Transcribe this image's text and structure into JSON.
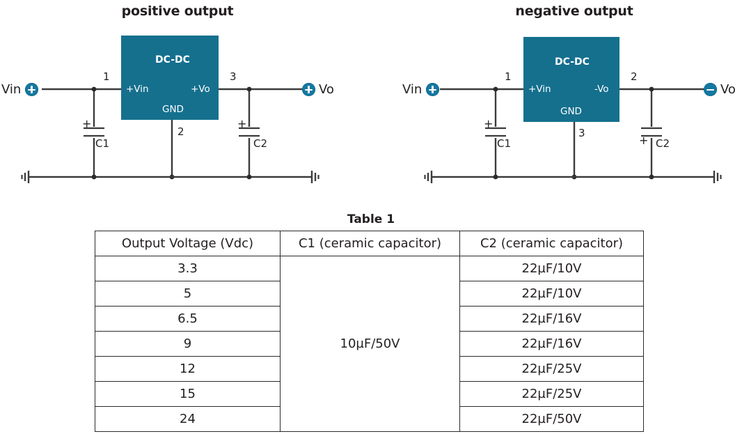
{
  "circuits": [
    {
      "title": "positive output",
      "block_label": "DC-DC",
      "input_pin_label": "+Vin",
      "output_pin_label": "+Vo",
      "gnd_pin_label": "GND",
      "input_node_label": "Vin",
      "output_node_label": "Vo",
      "input_terminal_sign": "+",
      "output_terminal_sign": "+",
      "pin_numbers": {
        "input": "1",
        "output": "3",
        "gnd": "2"
      },
      "cap_in_label": "C1",
      "cap_out_label": "C2",
      "cap_in_polarity_sign": "+",
      "cap_out_polarity_sign": "+",
      "cap_in_polarity_pos": "top",
      "cap_out_polarity_pos": "top"
    },
    {
      "title": "negative output",
      "block_label": "DC-DC",
      "input_pin_label": "+Vin",
      "output_pin_label": "-Vo",
      "gnd_pin_label": "GND",
      "input_node_label": "Vin",
      "output_node_label": "Vo",
      "input_terminal_sign": "+",
      "output_terminal_sign": "-",
      "pin_numbers": {
        "input": "1",
        "output": "2",
        "gnd": "3"
      },
      "cap_in_label": "C1",
      "cap_out_label": "C2",
      "cap_in_polarity_sign": "+",
      "cap_out_polarity_sign": "+",
      "cap_in_polarity_pos": "top",
      "cap_out_polarity_pos": "bottom"
    }
  ],
  "table": {
    "title": "Table 1",
    "headers": [
      "Output Voltage (Vdc)",
      "C1 (ceramic capacitor)",
      "C2 (ceramic capacitor)"
    ],
    "c1_merged_value": "10µF/50V",
    "rows": [
      {
        "voltage": "3.3",
        "c2": "22µF/10V"
      },
      {
        "voltage": "5",
        "c2": "22µF/10V"
      },
      {
        "voltage": "6.5",
        "c2": "22µF/16V"
      },
      {
        "voltage": "9",
        "c2": "22µF/16V"
      },
      {
        "voltage": "12",
        "c2": "22µF/25V"
      },
      {
        "voltage": "15",
        "c2": "22µF/25V"
      },
      {
        "voltage": "24",
        "c2": "22µF/50V"
      }
    ]
  },
  "colors": {
    "block_teal": "#15708e",
    "terminal_blue": "#1478a0",
    "wire": "#3b3b3b",
    "text": "#231f20"
  }
}
